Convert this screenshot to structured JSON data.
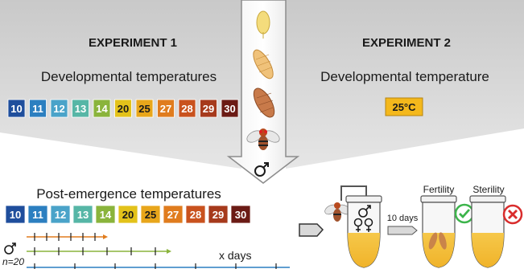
{
  "experiment1": {
    "title": "EXPERIMENT 1",
    "subtitle": "Developmental temperatures",
    "temps": [
      "10",
      "11",
      "12",
      "13",
      "14",
      "20",
      "25",
      "27",
      "28",
      "29",
      "30"
    ]
  },
  "experiment2": {
    "title": "EXPERIMENT 2",
    "subtitle": "Developmental temperature",
    "temp": "25°C"
  },
  "post": {
    "title": "Post-emergence temperatures",
    "temps": [
      "10",
      "11",
      "12",
      "13",
      "14",
      "20",
      "25",
      "27",
      "28",
      "29",
      "30"
    ],
    "n_label": "n=20",
    "x_days": "x days"
  },
  "fertility_test": {
    "days": "10 days",
    "fertility": "Fertility",
    "sterility": "Sterility"
  },
  "colors": {
    "temps": [
      "#1f4e9c",
      "#2c7fc0",
      "#4aa3c9",
      "#56b6a6",
      "#8ab43c",
      "#e3c21a",
      "#e8a61b",
      "#e07c1e",
      "#c9521e",
      "#a63a1c",
      "#6b1b15"
    ],
    "temp25": "#f4b81c",
    "gray_band": "#d9d9d9",
    "check": "#3cb44b",
    "cross": "#d92c2c"
  }
}
